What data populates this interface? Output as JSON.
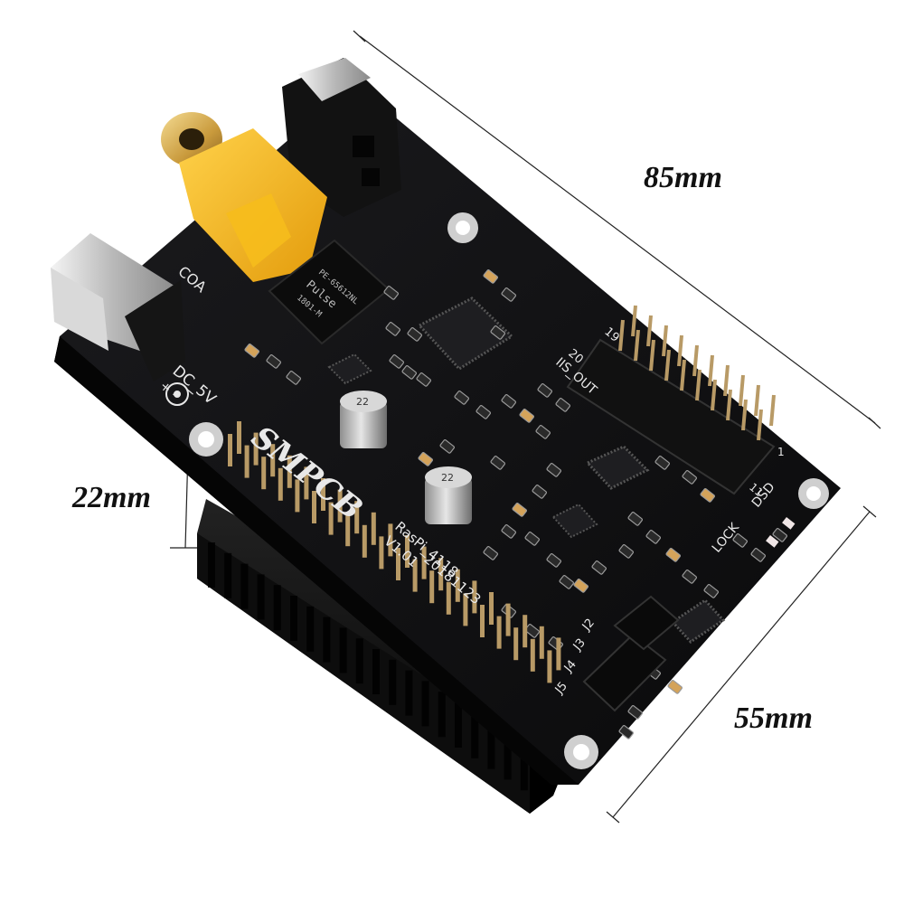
{
  "dimensions": {
    "length": "85mm",
    "width": "55mm",
    "height": "22mm"
  },
  "silkscreen": {
    "coax": "COA",
    "power": "DC_5V",
    "power_polarity": "+ -",
    "brand": "SMPCB",
    "model": "RasPi_4118",
    "version": "V1.01",
    "date": "20181123",
    "iis_out": "IIS_OUT",
    "pin_20": "20",
    "pin_19": "19",
    "pin_1": "1",
    "pin_11": "11",
    "lock": "LOCK",
    "dsd": "DSD",
    "j2": "J2",
    "j3": "J3",
    "j4": "J4",
    "j5": "J5"
  },
  "transformer": {
    "brand": "Pulse",
    "part": "PE-65612NL",
    "code": "1801-M"
  },
  "capacitors": {
    "c1": "22",
    "c2": "22"
  },
  "colors": {
    "board": "#101012",
    "silkscreen": "#e8e8e8",
    "header_pins": "#b89a66",
    "rca_insulator": "#f2b318",
    "rca_gold": "#d2a84c"
  }
}
